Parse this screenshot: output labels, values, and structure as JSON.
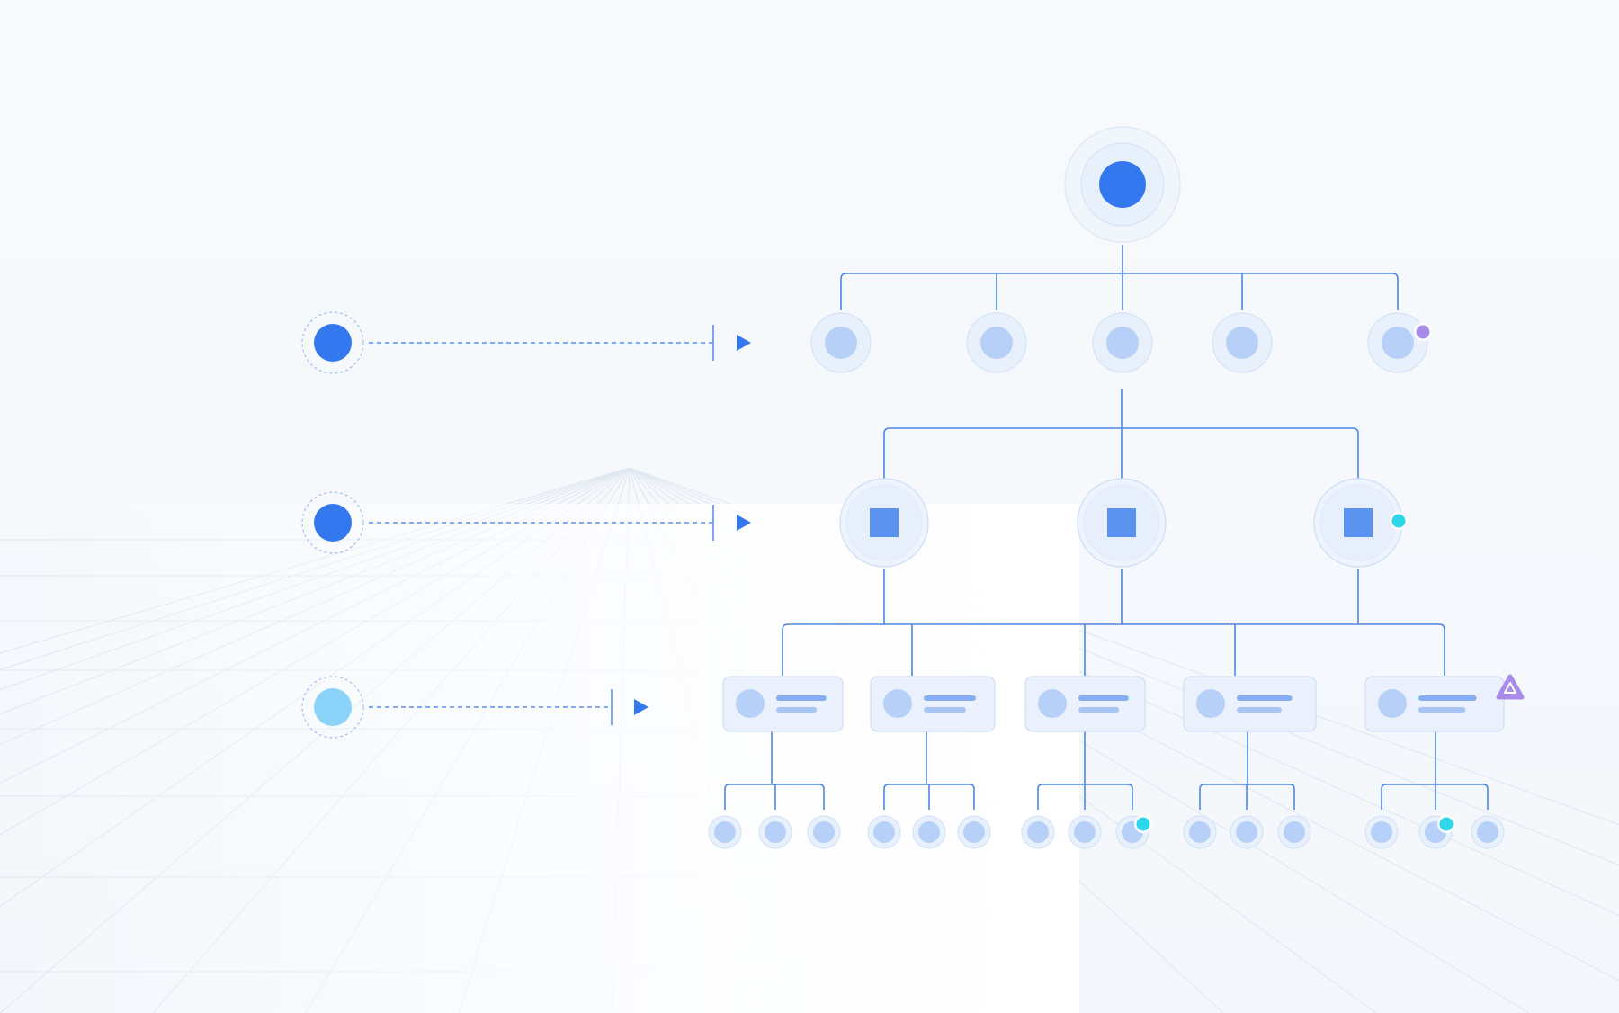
{
  "colors": {
    "primary": "#3478f0",
    "light_node": "#b6d0f8",
    "square": "#5b93ef",
    "level_3_marker": "#8cd3fa",
    "badge_purple": "#a98ce9",
    "badge_cyan": "#2ed6ec",
    "edge": "#4f86e6"
  },
  "level_markers": [
    {
      "level": 1,
      "fill": "primary"
    },
    {
      "level": 2,
      "fill": "primary"
    },
    {
      "level": 3,
      "fill": "level_3_marker"
    }
  ],
  "tree": {
    "root": {
      "shape": "circle"
    },
    "level_1": [
      {
        "shape": "circle"
      },
      {
        "shape": "circle"
      },
      {
        "shape": "circle"
      },
      {
        "shape": "circle"
      },
      {
        "shape": "circle",
        "badge": "badge_purple"
      }
    ],
    "level_2": [
      {
        "shape": "square"
      },
      {
        "shape": "square"
      },
      {
        "shape": "square",
        "badge": "badge_cyan"
      }
    ],
    "level_3": [
      {
        "shape": "card",
        "leaf_count": 3
      },
      {
        "shape": "card",
        "leaf_count": 3
      },
      {
        "shape": "card",
        "leaf_count": 3,
        "leaf_badge_index": 2
      },
      {
        "shape": "card",
        "leaf_count": 3
      },
      {
        "shape": "card",
        "leaf_count": 3,
        "leaf_badge_index": 1,
        "badge": "warning-triangle-icon"
      }
    ]
  }
}
